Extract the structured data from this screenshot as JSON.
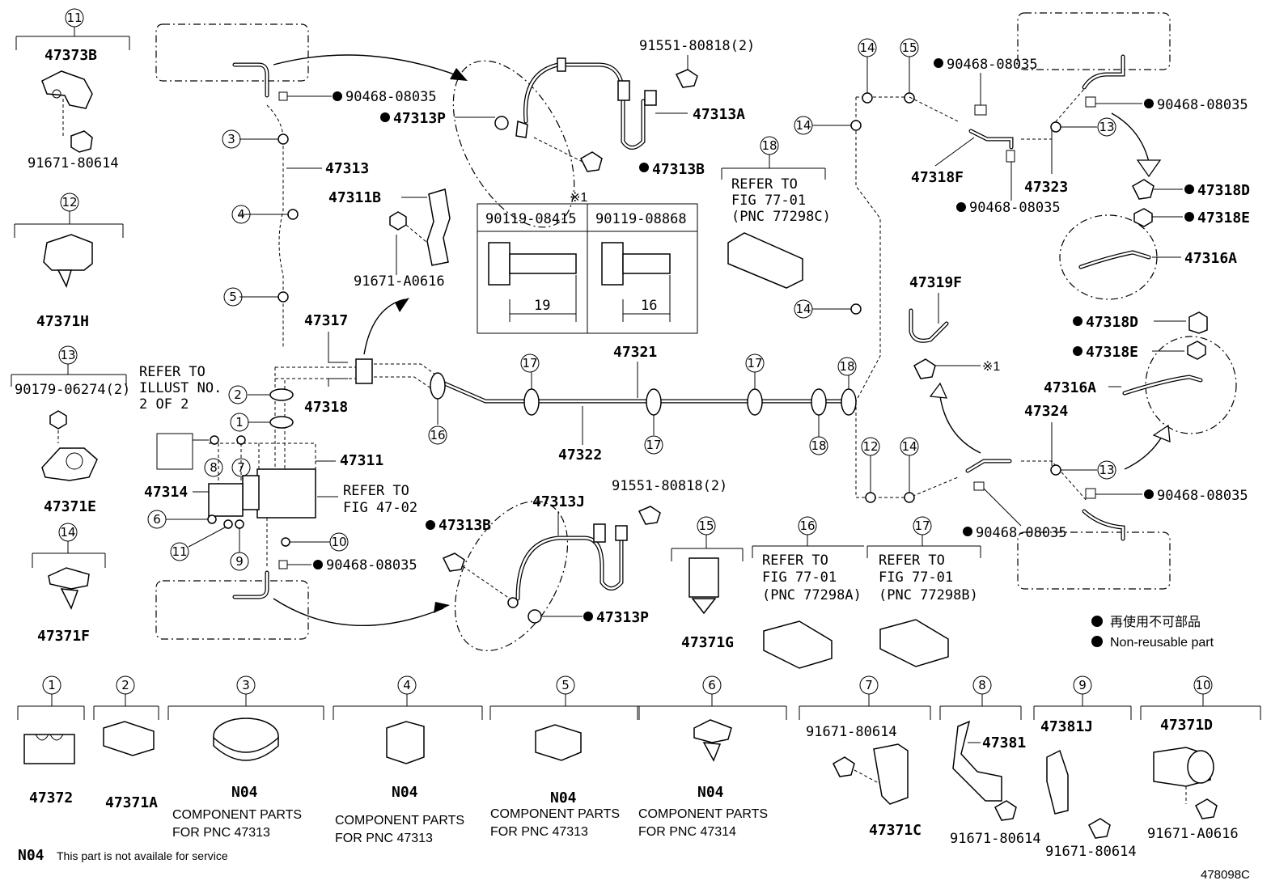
{
  "callouts": {
    "c1": "1",
    "c2": "2",
    "c3": "3",
    "c4": "4",
    "c5": "5",
    "c6": "6",
    "c7": "7",
    "c8": "8",
    "c9": "9",
    "c10": "10",
    "c11": "11",
    "c12": "12",
    "c13": "13",
    "c14": "14",
    "c15": "15",
    "c16": "16",
    "c17": "17",
    "c18": "18"
  },
  "parts": {
    "p47373B": "47373B",
    "p91671_80614": "91671-80614",
    "p47371H": "47371H",
    "p90179": "90179-06274(2)",
    "p47371E": "47371E",
    "p47371F": "47371F",
    "p47313": "47313",
    "p90468": "90468-08035",
    "p47313P": "47313P",
    "p47313A": "47313A",
    "p47313B": "47313B",
    "p91551": "91551-80818(2)",
    "p47311B": "47311B",
    "p91671_A0616": "91671-A0616",
    "p47317": "47317",
    "p47318": "47318",
    "p47311": "47311",
    "p47314": "47314",
    "p47321": "47321",
    "p47322": "47322",
    "p47313J": "47313J",
    "p47371G": "47371G",
    "p47318F": "47318F",
    "p47323": "47323",
    "p47319F": "47319F",
    "p47324": "47324",
    "p47318D": "47318D",
    "p47318E": "47318E",
    "p47316A": "47316A",
    "p47372": "47372",
    "p47371A": "47371A",
    "p47371C": "47371C",
    "p47381": "47381",
    "p47381J": "47381J",
    "p47371D": "47371D",
    "n04": "N04"
  },
  "refs": {
    "illust_1": "REFER TO",
    "illust_2": "ILLUST NO.",
    "illust_3": "2 OF 2",
    "fig4702_1": "REFER TO",
    "fig4702_2": "FIG 47-02",
    "fig18_1": "REFER TO",
    "fig18_2": "FIG 77-01",
    "fig18_3": "(PNC 77298C)",
    "fig16_1": "REFER TO",
    "fig16_2": "FIG 77-01",
    "fig16_3": "(PNC 77298A)",
    "fig17_1": "REFER TO",
    "fig17_2": "FIG 77-01",
    "fig17_3": "(PNC 77298B)"
  },
  "bolt_table": {
    "mark": "※1",
    "col1": "90119-08415",
    "col2": "90119-08868",
    "len1": "19",
    "len2": "16"
  },
  "component": {
    "line1": "COMPONENT PARTS",
    "pnc47313": "FOR PNC 47313",
    "pnc47314": "FOR PNC 47314"
  },
  "legend": {
    "jp": "再使用不可部品",
    "en": "Non-reusable part"
  },
  "footer": {
    "n04_code": "N04",
    "note": "This part is not availale for service",
    "code": "478098C"
  },
  "colors": {
    "line": "#000000",
    "background": "#ffffff"
  }
}
